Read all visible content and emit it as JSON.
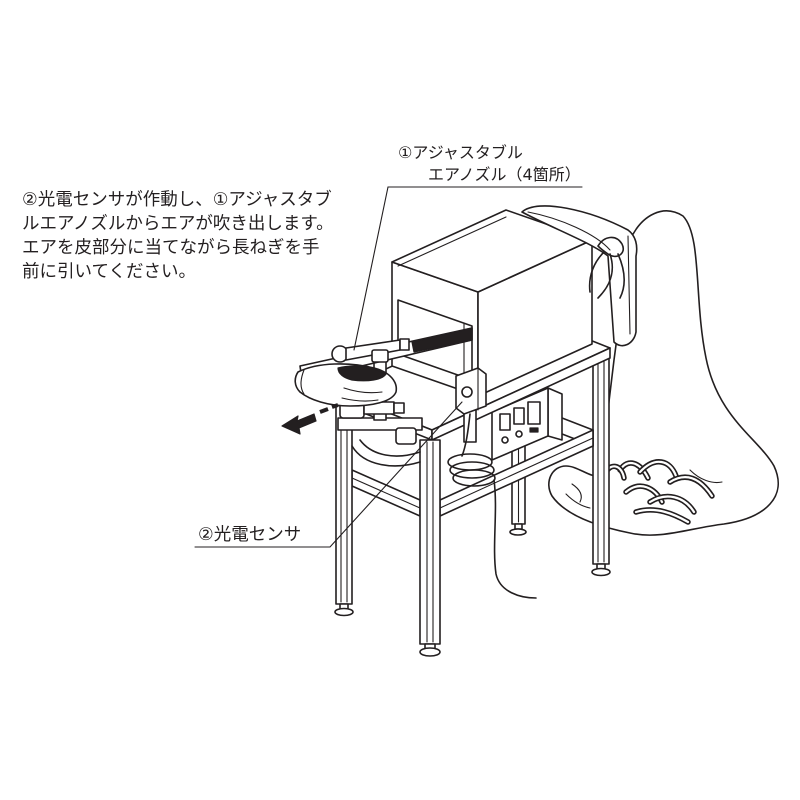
{
  "instruction": {
    "lines": [
      "②光電センサが作動し、①アジャスタブ",
      "ルエアノズルからエアが吹き出します。",
      "エアを皮部分に当てながら長ねぎを手",
      "前に引いてください。"
    ]
  },
  "callouts": {
    "nozzle": {
      "line1": "①アジャスタブル",
      "line2": "エアノズル（4箇所）"
    },
    "sensor": {
      "label": "②光電センサ"
    }
  },
  "colors": {
    "ink": "#231f20",
    "background": "#ffffff"
  }
}
